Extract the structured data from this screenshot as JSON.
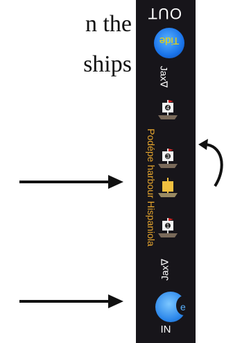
{
  "text_lines": [
    "n the",
    "ships"
  ],
  "panel": {
    "top_label": "OUT",
    "bottom_label": "IN",
    "top_tide_label": "Tide",
    "bottom_tide_label": "e",
    "jax_top": "Jax∇",
    "jax_bottom": "Jax∇",
    "harbour_label": "Podépe harbour Hispaniola"
  },
  "ships": [
    {
      "number": "4",
      "sail": "white",
      "flag": "red"
    },
    {
      "number": "3",
      "sail": "white",
      "flag": "red"
    },
    {
      "number": "",
      "sail": "gold",
      "flag": "none"
    },
    {
      "number": "1",
      "sail": "white",
      "flag": "red"
    }
  ],
  "colors": {
    "panel_bg": "#17151a",
    "harbour_text": "#e7a62e",
    "tide_blue": "#1a74ea",
    "tide_text": "#f0d400"
  }
}
